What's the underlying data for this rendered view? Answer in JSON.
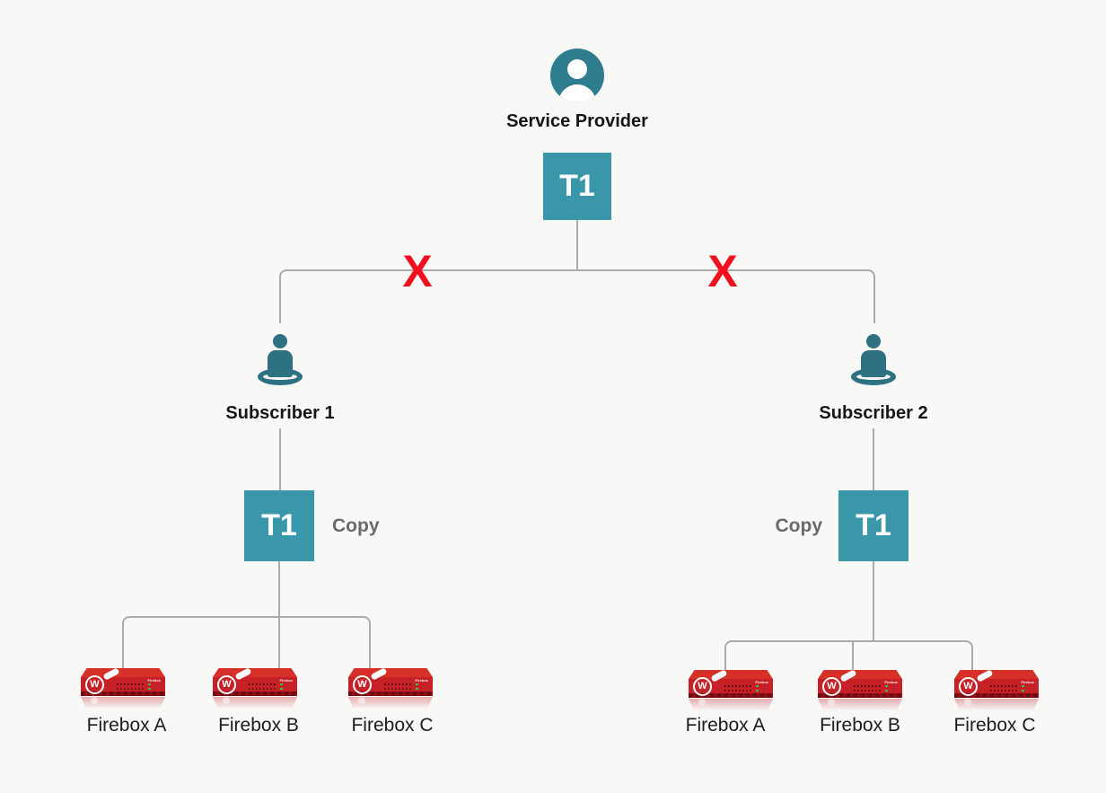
{
  "diagram": {
    "provider": {
      "label": "Service Provider"
    },
    "main_t1": {
      "label": "T1"
    },
    "broken_links": {
      "left_mark": "X",
      "right_mark": "X"
    },
    "subscribers": [
      {
        "label": "Subscriber 1",
        "t1_label": "T1",
        "copy_label": "Copy",
        "fireboxes": [
          "Firebox A",
          "Firebox B",
          "Firebox C"
        ]
      },
      {
        "label": "Subscriber 2",
        "t1_label": "T1",
        "copy_label": "Copy",
        "fireboxes": [
          "Firebox A",
          "Firebox B",
          "Firebox C"
        ]
      }
    ],
    "device": {
      "brand_initial": "W",
      "brand_text": "Firebox"
    },
    "colors": {
      "background": "#f8f8f7",
      "t1_teal": "#3997a9",
      "provider_icon_teal": "#2d7d8f",
      "subscriber_icon_teal": "#2e7182",
      "connector_gray": "#ababab",
      "x_red": "#f2101f",
      "firebox_red": "#c62127",
      "label_dark": "#161616",
      "copy_gray": "#6a6a6a"
    }
  }
}
